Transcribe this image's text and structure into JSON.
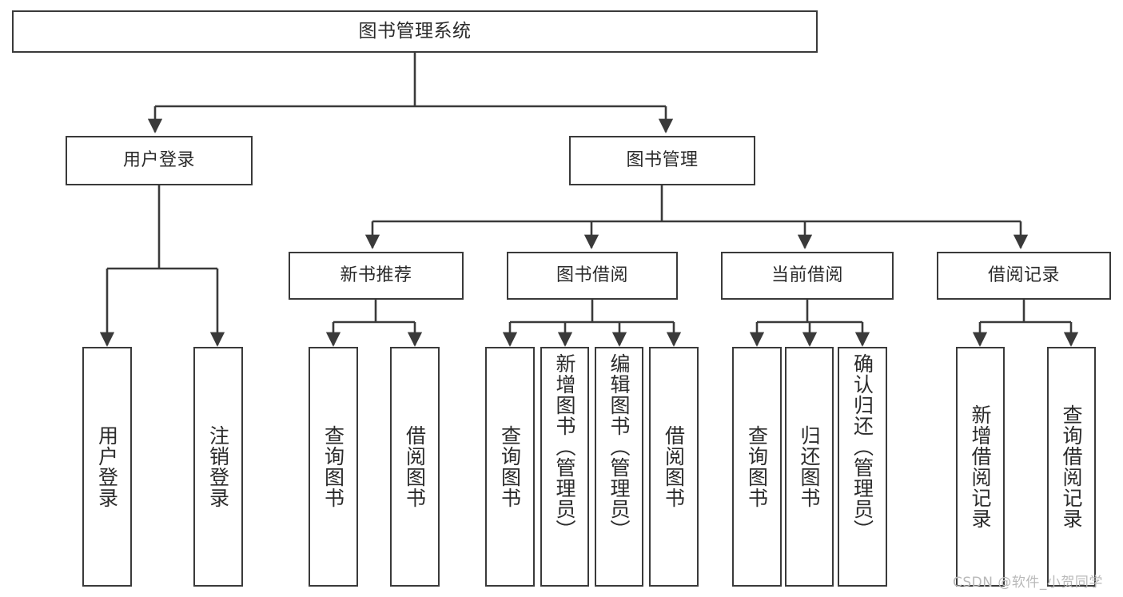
{
  "diagram": {
    "type": "tree-hierarchy-chart",
    "title": "图书管理系统",
    "line_color": "#3a3a3a",
    "box_fill": "#ffffff",
    "text_color": "#2b2b2b",
    "levels": 4
  },
  "nodes": {
    "root": {
      "label": "图书管理系统"
    },
    "level2": [
      {
        "id": "user-login",
        "label": "用户登录"
      },
      {
        "id": "book-management",
        "label": "图书管理"
      }
    ],
    "level3": [
      {
        "id": "new-book-recommend",
        "label": "新书推荐"
      },
      {
        "id": "book-borrow",
        "label": "图书借阅"
      },
      {
        "id": "current-borrow",
        "label": "当前借阅"
      },
      {
        "id": "borrow-record",
        "label": "借阅记录"
      }
    ],
    "leaves": {
      "user_login": [
        {
          "id": "leaf-user-login",
          "label": "用户登录"
        },
        {
          "id": "leaf-logout-login",
          "label": "注销登录"
        }
      ],
      "new_book_recommend": [
        {
          "id": "leaf-query-book-1",
          "label": "查询图书"
        },
        {
          "id": "leaf-borrow-book-1",
          "label": "借阅图书"
        }
      ],
      "book_borrow": [
        {
          "id": "leaf-query-book-2",
          "label": "查询图书"
        },
        {
          "id": "leaf-add-book",
          "label": "新增图书（管理员）"
        },
        {
          "id": "leaf-edit-book",
          "label": "编辑图书（管理员）"
        },
        {
          "id": "leaf-borrow-book-2",
          "label": "借阅图书"
        }
      ],
      "current_borrow": [
        {
          "id": "leaf-query-book-3",
          "label": "查询图书"
        },
        {
          "id": "leaf-return-book",
          "label": "归还图书"
        },
        {
          "id": "leaf-confirm-return",
          "label": "确认归还（管理员）"
        }
      ],
      "borrow_record": [
        {
          "id": "leaf-add-record",
          "label": "新增借阅记录"
        },
        {
          "id": "leaf-query-record",
          "label": "查询借阅记录"
        }
      ]
    }
  },
  "watermark": {
    "text": "CSDN @软件_小贺同学"
  }
}
